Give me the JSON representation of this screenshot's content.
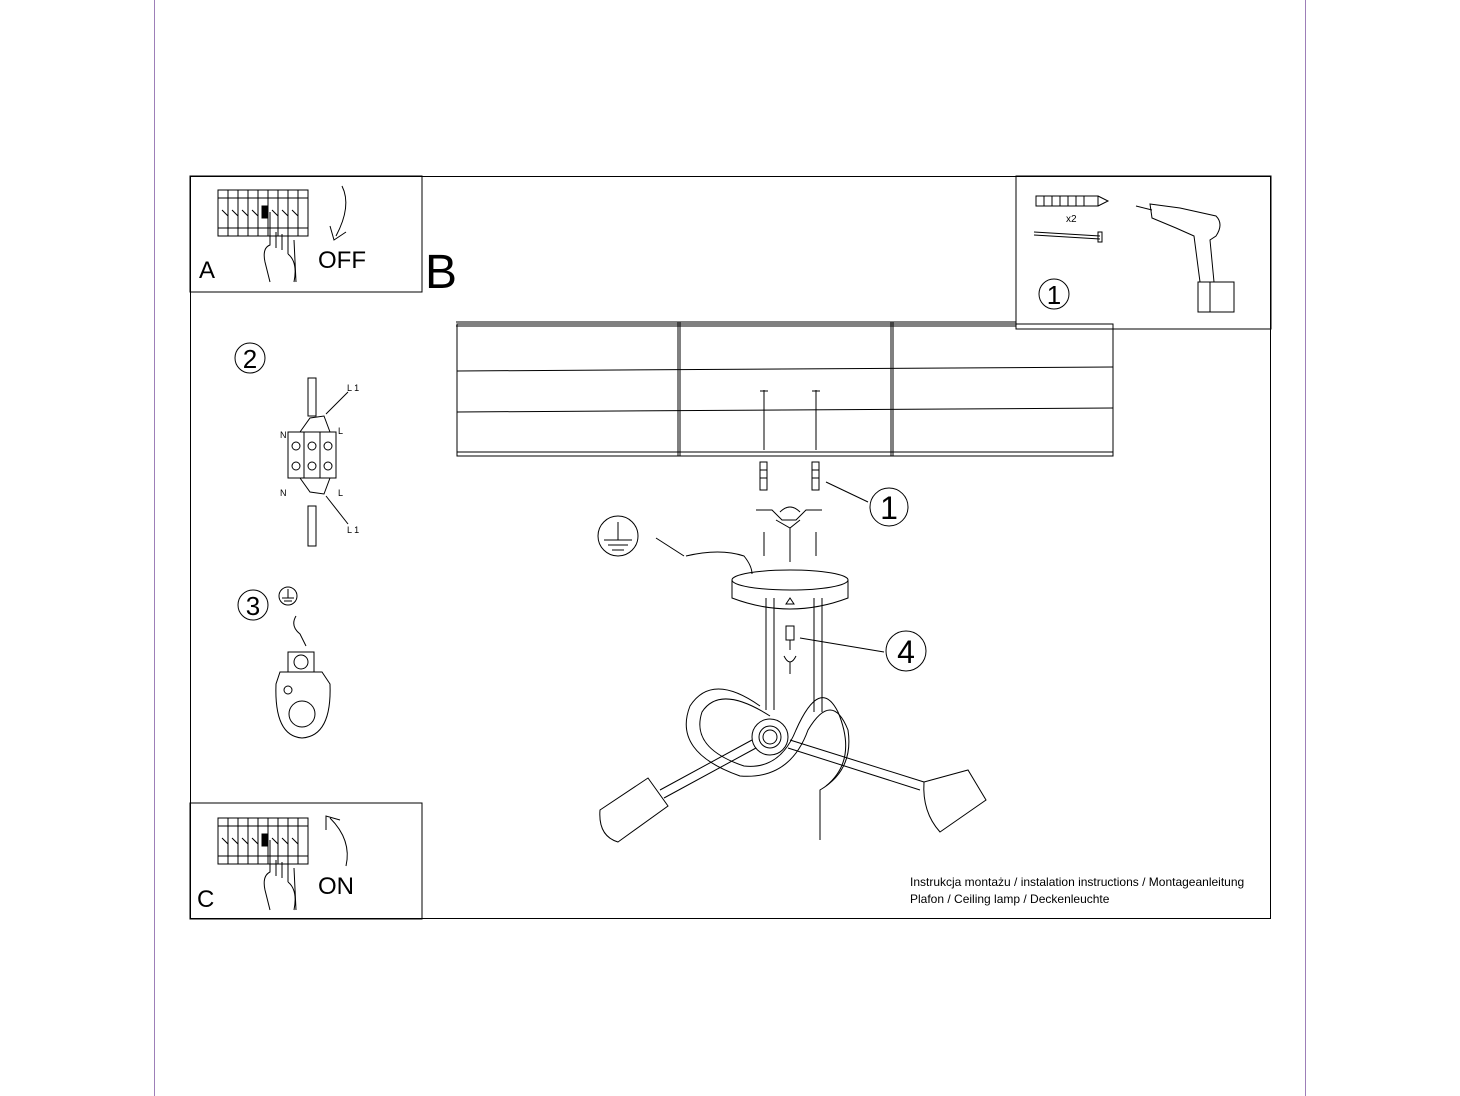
{
  "steps": {
    "a": {
      "letter": "A",
      "label": "OFF"
    },
    "b": {
      "letter": "B"
    },
    "c": {
      "letter": "C",
      "label": "ON"
    }
  },
  "callouts": {
    "tools_step": "1",
    "bracket_step": "1",
    "wiring_step": "2",
    "ground_step": "3",
    "screw_step": "4"
  },
  "tools": {
    "count": "x2"
  },
  "terminal_labels": {
    "n": "N",
    "l": "L",
    "l1": "L 1"
  },
  "caption": {
    "line1": "Instrukcja montażu / instalation instructions / Montageanleitung",
    "line2": "Plafon / Ceiling lamp / Deckenleuchte"
  },
  "colors": {
    "frame_edge": "#9d7fb8",
    "ink": "#000000"
  }
}
